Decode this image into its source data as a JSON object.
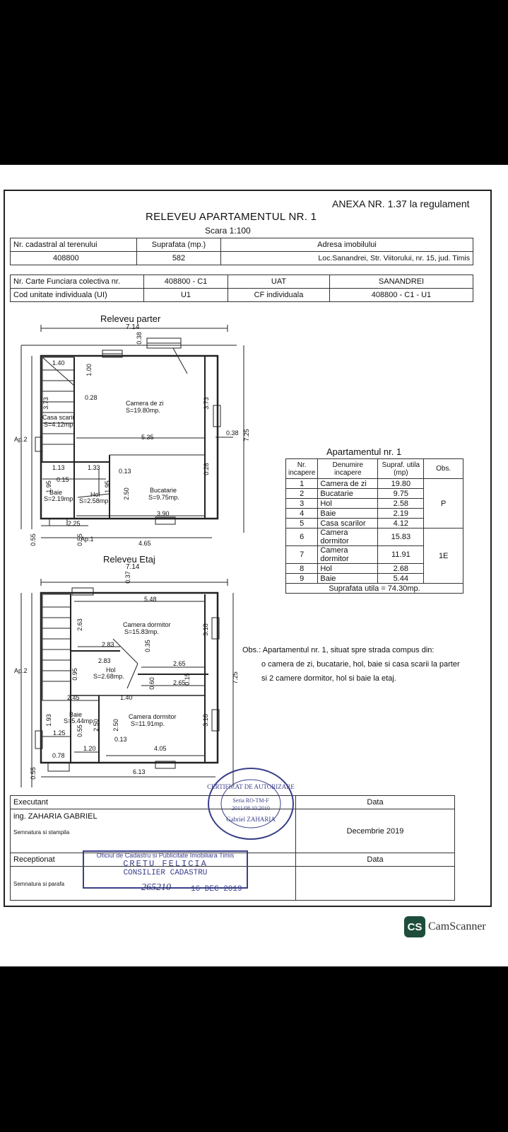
{
  "header": {
    "annex": "ANEXA NR. 1.37 la regulament",
    "title": "RELEVEU APARTAMENTUL NR. 1",
    "scale": "Scara 1:100"
  },
  "info_table_1": {
    "h1": "Nr. cadastral al terenului",
    "h2": "Suprafata (mp.)",
    "h3": "Adresa imobilului",
    "v1": "408800",
    "v2": "582",
    "v3": "Loc.Sanandrei, Str. Viitorului, nr. 15, jud. Timis"
  },
  "info_table_2": {
    "r1c1": "Nr. Carte Funciara colectiva nr.",
    "r1c2": "408800 - C1",
    "r1c3": "UAT",
    "r1c4": "SANANDREI",
    "r2c1": "Cod unitate individuala (UI)",
    "r2c2": "U1",
    "r2c3": "CF individuala",
    "r2c4": "408800 - C1 - U1"
  },
  "plan_parter": {
    "title": "Releveu parter",
    "dims": {
      "w_top": "7.14",
      "h_total": "7.25",
      "wall_top": "0.38",
      "d_140": "1.40",
      "d_100": "1.00",
      "d_373a": "3.73",
      "d_373b": "3.73",
      "d_028": "0.28",
      "d_038": "0.38",
      "d_535": "5.35",
      "d_113": "1.13",
      "d_133": "1.33",
      "d_013": "0.13",
      "d_015": "0.15",
      "d_195a": "1.95",
      "d_195b": "1.95",
      "d_250": "2.50",
      "d_028b": "0.28",
      "d_390": "3.90",
      "d_225": "2.25",
      "d_055a": "0.55",
      "d_055b": "0.55",
      "d_465": "4.65"
    },
    "rooms": {
      "zi_name": "Camera de zi",
      "zi_area": "S=19.80mp.",
      "scari_name": "Casa scarii",
      "scari_area": "S=4.12mp.",
      "baie_name": "Baie",
      "baie_area": "S=2.19mp.",
      "hol_name": "Hol",
      "hol_area": "S=2.58mp.",
      "buc_name": "Bucatarie",
      "buc_area": "S=9.75mp."
    },
    "ap2": "Ap.2",
    "ap1": "Ap.1"
  },
  "plan_etaj": {
    "title": "Releveu Etaj",
    "dims": {
      "w_top": "7.14",
      "wall_top": "0.37",
      "d_548": "5.48",
      "d_263": "2.63",
      "d_318a": "3.18",
      "d_283a": "2.83",
      "d_035": "0.35",
      "d_283b": "2.83",
      "d_265a": "2.65",
      "d_095": "0.95",
      "d_060": "0.60",
      "d_265b": "2.65",
      "d_015": "0.15",
      "d_245": "2.45",
      "d_140": "1.40",
      "d_193": "1.93",
      "d_250a": "2.50",
      "d_250b": "2.50",
      "d_318b": "3.18",
      "d_125": "1.25",
      "d_055": "0.55",
      "d_013": "0.13",
      "d_120": "1.20",
      "d_405": "4.05",
      "d_078": "0.78",
      "d_055b": "0.55",
      "d_613": "6.13",
      "h_total": "7.25"
    },
    "rooms": {
      "dorm1_name": "Camera dormitor",
      "dorm1_area": "S=15.83mp.",
      "hol_name": "Hol",
      "hol_area": "S=2.68mp.",
      "baie_name": "Baie",
      "baie_area": "S=5.44mp.",
      "dorm2_name": "Camera dormitor",
      "dorm2_area": "S=11.91mp."
    },
    "ap2": "Ap.2"
  },
  "room_table": {
    "title": "Apartamentul nr. 1",
    "head": [
      "Nr. incapere",
      "Denumire incapere",
      "Supraf. utila (mp)",
      "Obs."
    ],
    "rows": [
      {
        "nr": "1",
        "name": "Camera de zi",
        "area": "19.80"
      },
      {
        "nr": "2",
        "name": "Bucatarie",
        "area": "9.75"
      },
      {
        "nr": "3",
        "name": "Hol",
        "area": "2.58"
      },
      {
        "nr": "4",
        "name": "Baie",
        "area": "2.19"
      },
      {
        "nr": "5",
        "name": "Casa scarilor",
        "area": "4.12"
      },
      {
        "nr": "6",
        "name": "Camera dormitor",
        "area": "15.83"
      },
      {
        "nr": "7",
        "name": "Camera dormitor",
        "area": "11.91"
      },
      {
        "nr": "8",
        "name": "Hol",
        "area": "2.68"
      },
      {
        "nr": "9",
        "name": "Baie",
        "area": "5.44"
      }
    ],
    "obs_p": "P",
    "obs_1e": "1E",
    "total": "Suprafata utila = 74.30mp."
  },
  "observations": {
    "line1": "Obs.: Apartamentul nr. 1, situat spre strada compus din:",
    "line2": "o camera de zi, bucatarie, hol, baie si casa scarii la parter",
    "line3": "si 2 camere dormitor, hol si baie la etaj."
  },
  "signature_table": {
    "executant": "Executant",
    "data1": "Data",
    "engineer": "ing. ZAHARIA GABRIEL",
    "date": "Decembrie 2019",
    "sign1": "Semnatura si stampila",
    "receptionat": "Receptionat",
    "data2": "Data",
    "sign2": "Semnatura si parafa"
  },
  "stamps": {
    "office": "Oficiul de Cadastru si Publicitate Imobiliara Timis",
    "name": "CRETU FELICIA",
    "role": "CONSILIER CADASTRU",
    "number": "265210",
    "date_stamp": "16 DEC 2019",
    "certificat": "CERTIFICAT DE AUTORIZARE",
    "serie": "Seria RO-TM-F",
    "serie_nr": "2011/08.10.2010",
    "stamp_name": "Gabriel ZAHARIA"
  },
  "watermark": {
    "logo": "CS",
    "brand": "CamScanner"
  }
}
